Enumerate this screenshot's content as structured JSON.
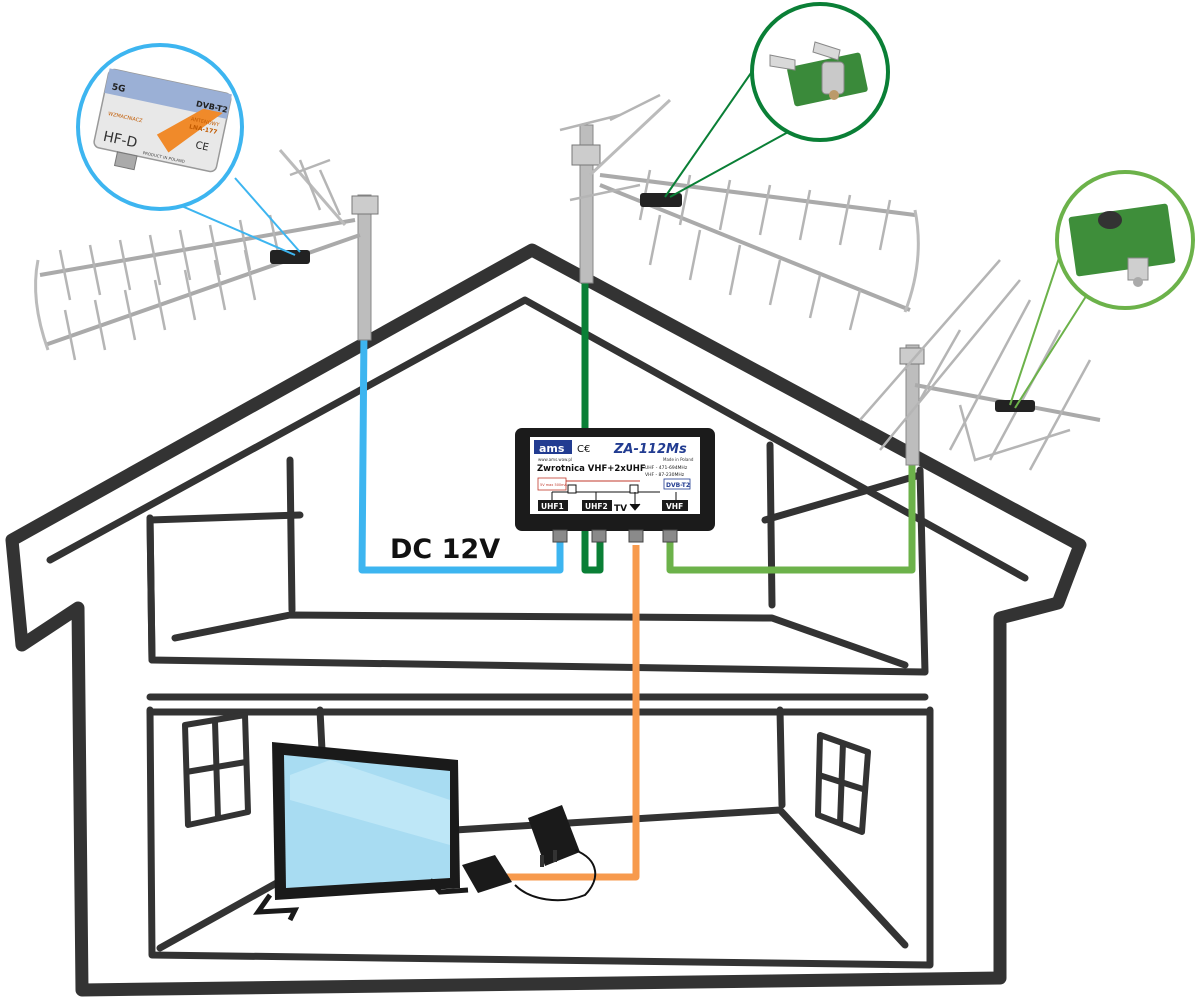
{
  "labels": {
    "dc": "DC 12V"
  },
  "combiner": {
    "brand": "ams",
    "model": "ZA-112Ms",
    "website": "www.ams.waw.pl",
    "made_in": "Made in Poland",
    "title": "Zwrotnica VHF+2xUHF",
    "uhf_band": "UHF - 471-694MHz",
    "vhf_band": "VHF - 87-230MHz",
    "dvb": "DVB-T2",
    "ports": {
      "uhf1": "UHF1",
      "uhf2": "UHF2",
      "tv": "TV",
      "vhf": "VHF"
    },
    "power_note": "5V max 500mA"
  },
  "amplifier": {
    "brand": "HF-D",
    "model": "LNA-177",
    "tag1": "WZMACNIACZ",
    "tag2": "ANTENOWY",
    "made_in": "PRODUCT IN POLAND",
    "label_5g": "5G",
    "label_ce": "CE",
    "dvb": "DVB-T2"
  },
  "colors": {
    "uhf1": "#3db5f0",
    "uhf2": "#0a7f36",
    "vhf": "#6cb24a",
    "tv": "#f79a4d",
    "house": "#333333",
    "screen": "#a8dcf2"
  }
}
